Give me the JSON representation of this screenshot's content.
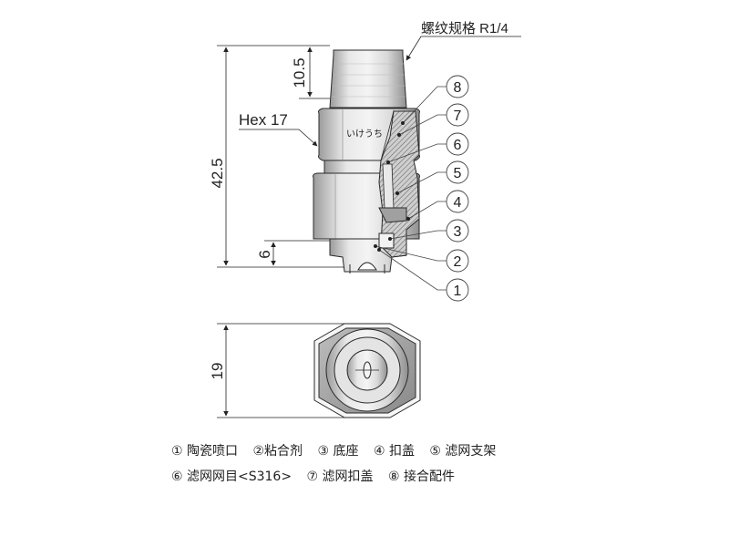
{
  "thread_spec": "螺纹规格 R1/4",
  "hex_label": "Hex 17",
  "brand_mark": "いけうち",
  "dim_total": "42.5",
  "dim_thread": "10.5",
  "dim_bottom": "6",
  "dim_width": "19",
  "callouts": [
    "8",
    "7",
    "6",
    "5",
    "4",
    "3",
    "2",
    "1"
  ],
  "legend": {
    "row1": [
      "① 陶瓷喷口",
      "②粘合剂",
      "③ 底座",
      "④ 扣盖",
      "⑤ 滤网支架"
    ],
    "row2": [
      "⑥ 滤网网目<S316>",
      "⑦ 滤网扣盖",
      "⑧ 接合配件"
    ]
  },
  "colors": {
    "line": "#2a2a2a",
    "metal": "#d4d4d4",
    "metal_dark": "#8c8c8c",
    "hatch": "#555555"
  }
}
